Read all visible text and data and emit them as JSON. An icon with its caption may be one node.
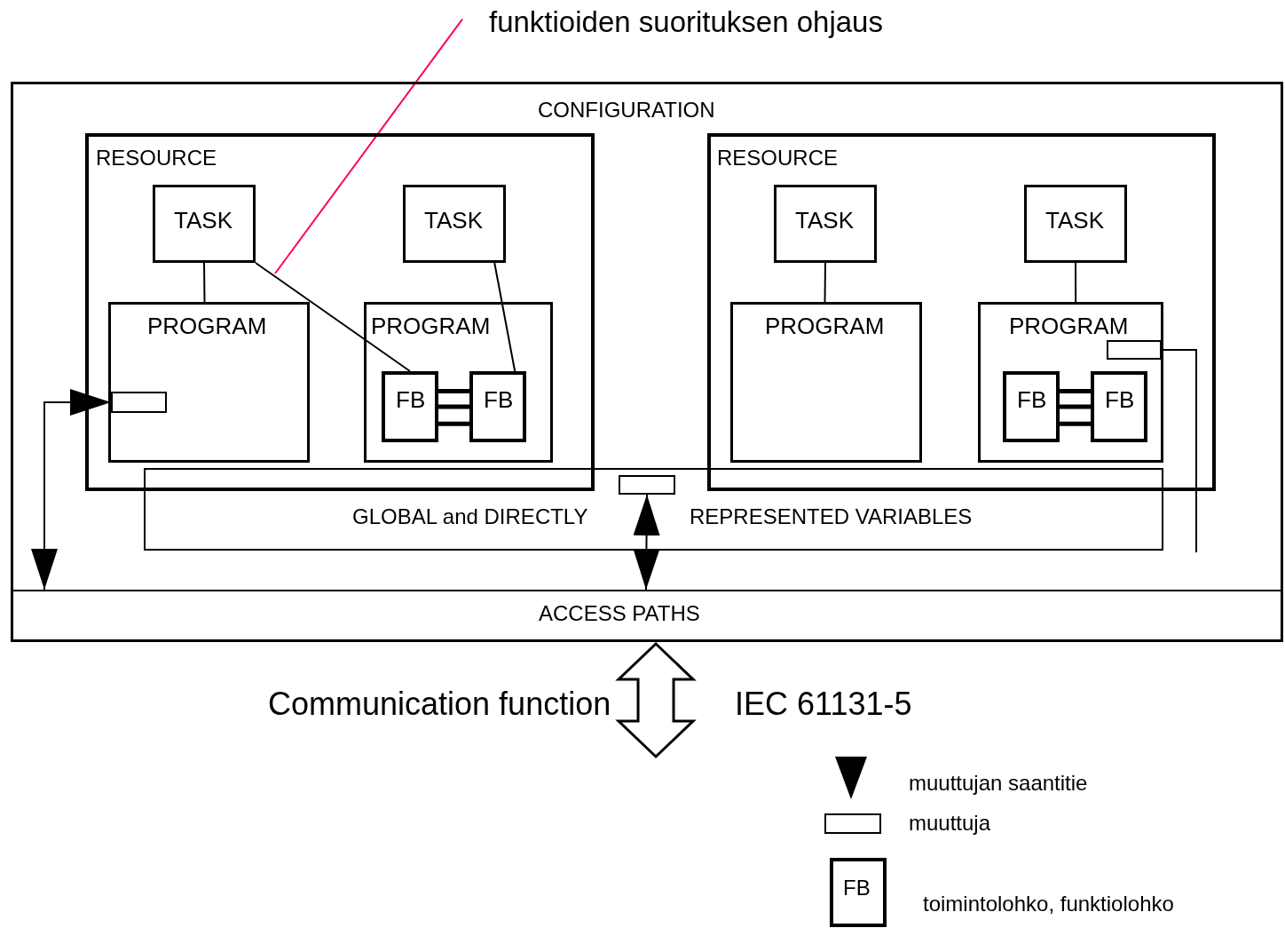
{
  "diagram": {
    "nodes": [
      {
        "text": [
          "CONFIGURATION"
        ]
      },
      {
        "text": [
          "RESOURCE"
        ],
        "in": 0
      },
      {
        "text": [
          "TASK"
        ],
        "in": 1
      },
      {
        "text": [
          "TASK"
        ],
        "in": 1
      },
      {
        "text": [
          "PROGRAM"
        ],
        "in": 1
      },
      {
        "text": [],
        "shape": "box",
        "in": 4
      },
      {
        "text": [
          "PROGRAM"
        ],
        "in": 1
      },
      {
        "text": [
          "FB"
        ],
        "in": 6
      },
      {
        "text": [
          "FB"
        ],
        "in": 6
      },
      {
        "text": [
          "RESOURCE"
        ],
        "in": 0
      },
      {
        "text": [
          "TASK"
        ],
        "in": 9
      },
      {
        "text": [
          "TASK"
        ],
        "in": 9
      },
      {
        "text": [
          "PROGRAM"
        ],
        "in": 9
      },
      {
        "text": [
          "PROGRAM"
        ],
        "in": 9
      },
      {
        "text": [],
        "shape": "box",
        "in": 13
      },
      {
        "text": [
          "FB"
        ],
        "in": 13
      },
      {
        "text": [
          "FB"
        ],
        "in": 13
      },
      {
        "text": [
          "GLOBAL and DIRECTLY",
          "REPRESENTED VARIABLES"
        ],
        "in": 0
      },
      {
        "text": [],
        "shape": "box",
        "in": 17
      },
      {
        "text": [
          "ACCESS PATHS"
        ],
        "in": 0
      },
      {
        "text": [
          "funktioiden suorituksen ohjaus"
        ]
      }
    ],
    "edges": [
      {
        "from": 2,
        "to": 4,
        "arrow": "none"
      },
      {
        "from": 2,
        "to": 7,
        "arrow": "none"
      },
      {
        "from": 3,
        "to": 8,
        "arrow": "none"
      },
      {
        "from": 7,
        "to": 8,
        "arrow": "none",
        "style": "thick"
      },
      {
        "from": 7,
        "to": 8,
        "arrow": "none",
        "style": "thick"
      },
      {
        "from": 7,
        "to": 8,
        "arrow": "none",
        "style": "thick"
      },
      {
        "from": 10,
        "to": 12,
        "arrow": "none"
      },
      {
        "from": 11,
        "to": 13,
        "arrow": "none"
      },
      {
        "from": 15,
        "to": 16,
        "arrow": "none",
        "style": "thick"
      },
      {
        "from": 15,
        "to": 16,
        "arrow": "none",
        "style": "thick"
      },
      {
        "from": 15,
        "to": 16,
        "arrow": "none",
        "style": "thick"
      },
      {
        "from": 19,
        "to": 5,
        "arrow": "both"
      },
      {
        "from": 18,
        "to": 19,
        "arrow": "both"
      },
      {
        "from": 14,
        "to": null,
        "arrow": "none"
      },
      {
        "from": 20,
        "to": null,
        "arrow": "none",
        "color": "#ff0066"
      },
      {
        "from": 19,
        "to": null,
        "arrow": "both",
        "style": "thick"
      }
    ],
    "labels": [
      "Communication function",
      "IEC 61131-5",
      "FB"
    ],
    "legend": [
      {
        "text": "muuttujan saantitie"
      },
      {
        "text": "muuttuja"
      },
      {
        "text": "toimintolohko, funktiolohko"
      }
    ]
  }
}
